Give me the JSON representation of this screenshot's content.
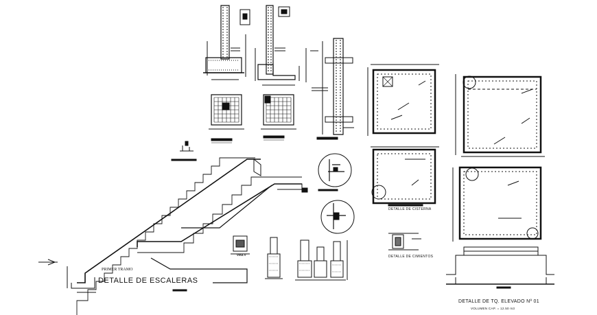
{
  "labels": {
    "detalle_escaleras": "DETALLE DE ESCALERAS",
    "primer_tramo": "PRIMER TRAMO",
    "detalle_cisterna": "DETALLE DE CISTERNA",
    "detalle_cimientos": "DETALLE DE CIMIENTOS",
    "detalle_tanque": "DETALLE DE TQ. ELEVADO Nº 01",
    "volumen": "VOLUMEN CAP. = 12.50 m3",
    "viga_label": "VIGA V"
  },
  "colors": {
    "ink": "#111111",
    "background": "#ffffff"
  }
}
